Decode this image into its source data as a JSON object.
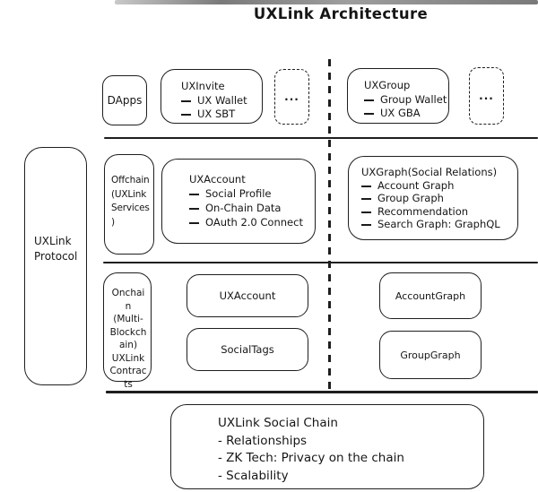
{
  "page": {
    "title": "UXLink Architecture"
  },
  "protocol": {
    "label": "UXLink Protocol"
  },
  "dapps_row": {
    "dapps": "DApps",
    "uxinvite": {
      "title": "UXInvite",
      "items": [
        "UX Wallet",
        "UX SBT"
      ]
    },
    "more_left": "...",
    "uxgroup": {
      "title": "UXGroup",
      "items": [
        "Group Wallet",
        "UX GBA"
      ]
    },
    "more_right": "..."
  },
  "offchain_row": {
    "label": "Offchain (UXLink Services )",
    "uxaccount": {
      "title": "UXAccount",
      "items": [
        "Social Profile",
        "On-Chain Data",
        "OAuth 2.0 Connect"
      ]
    },
    "uxgraph": {
      "title": "UXGraph(Social Relations)",
      "items": [
        "Account Graph",
        "Group Graph",
        "Recommendation",
        "Search Graph: GraphQL"
      ]
    }
  },
  "onchain_row": {
    "label": "Onchain (Multi-Blockchain) UXLink Contracts",
    "uxaccount": "UXAccount",
    "socialtags": "SocialTags",
    "accountgraph": "AccountGraph",
    "groupgraph": "GroupGraph"
  },
  "social_chain": {
    "title": "UXLink Social Chain",
    "items": [
      "- Relationships",
      "- ZK Tech: Privacy on the chain",
      "- Scalability"
    ]
  }
}
